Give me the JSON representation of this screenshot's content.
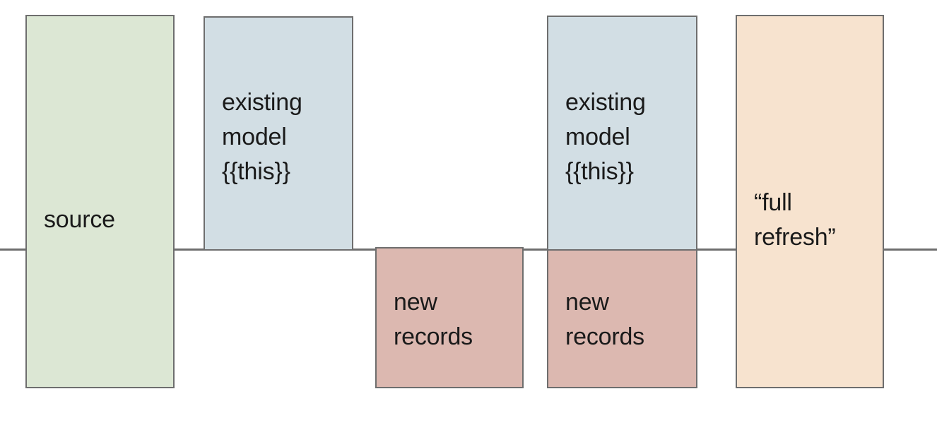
{
  "diagram": {
    "title": "incremental model full refresh comparison",
    "baseline": {
      "name": "horizontal-divider",
      "color": "#6e6e6e"
    },
    "palette": {
      "green": "#dce7d4",
      "blue": "#d2dee4",
      "red": "#dcb8b0",
      "orange": "#f7e3cf",
      "stroke": "#6e6e6e",
      "text": "#1a1a1a",
      "background": "#ffffff"
    },
    "boxes": [
      {
        "id": "source",
        "label": "source",
        "fill": "#dce7d4"
      },
      {
        "id": "existing-model-1",
        "label": "existing\nmodel\n{{this}}",
        "fill": "#d2dee4"
      },
      {
        "id": "new-records-1",
        "label": "new\nrecords",
        "fill": "#dcb8b0"
      },
      {
        "id": "existing-model-2",
        "label": "existing\nmodel\n{{this}}",
        "fill": "#d2dee4"
      },
      {
        "id": "new-records-2",
        "label": "new\nrecords",
        "fill": "#dcb8b0"
      },
      {
        "id": "full-refresh",
        "label": "“full\nrefresh”",
        "fill": "#f7e3cf"
      }
    ]
  }
}
